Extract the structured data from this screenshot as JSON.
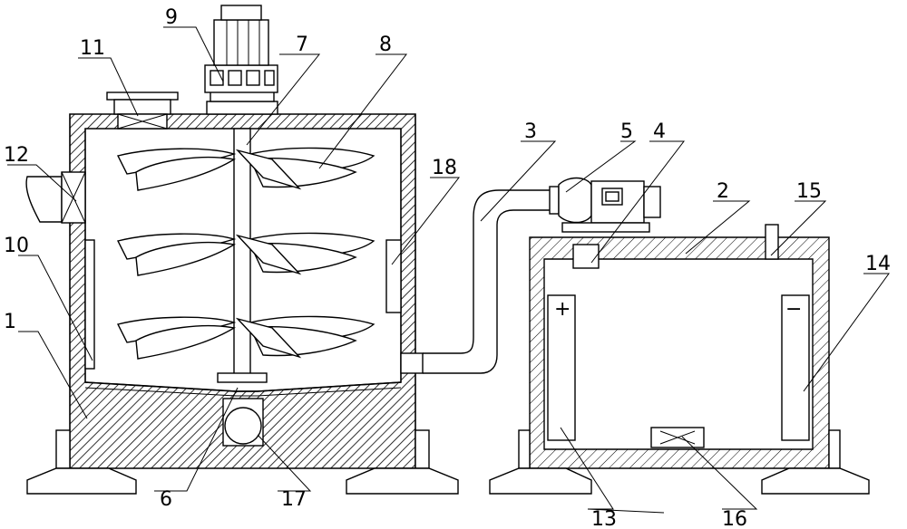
{
  "labels": {
    "l1": "1",
    "l2": "2",
    "l3": "3",
    "l4": "4",
    "l5": "5",
    "l6": "6",
    "l7": "7",
    "l8": "8",
    "l9": "9",
    "l10": "10",
    "l11": "11",
    "l12": "12",
    "l13": "13",
    "l14": "14",
    "l15": "15",
    "l16": "16",
    "l17": "17",
    "l18": "18"
  },
  "electrode_signs": {
    "positive": "+",
    "negative": "−"
  }
}
